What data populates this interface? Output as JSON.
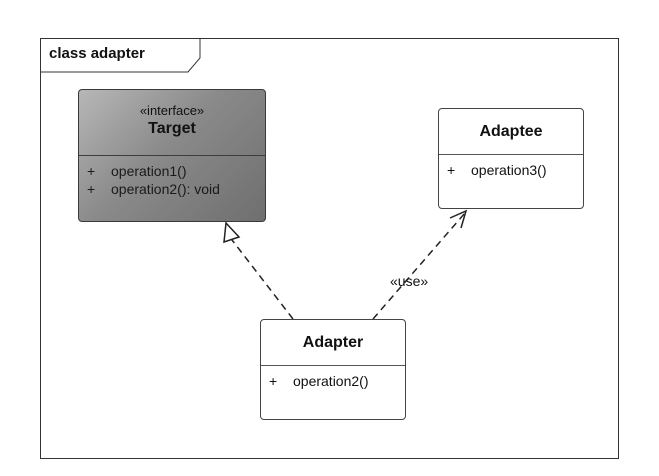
{
  "frame": {
    "title": "class adapter"
  },
  "classes": {
    "target": {
      "stereotype": "«interface»",
      "name": "Target",
      "operations": [
        {
          "visibility": "+",
          "signature": "operation1()"
        },
        {
          "visibility": "+",
          "signature": "operation2(): void"
        }
      ],
      "fill_color": "#8a8a8a"
    },
    "adaptee": {
      "name": "Adaptee",
      "operations": [
        {
          "visibility": "+",
          "signature": "operation3()"
        }
      ]
    },
    "adapter": {
      "name": "Adapter",
      "operations": [
        {
          "visibility": "+",
          "signature": "operation2()"
        }
      ]
    }
  },
  "relations": {
    "realization": {
      "from": "Adapter",
      "to": "Target",
      "style": "dashed",
      "arrow": "hollow-triangle"
    },
    "dependency": {
      "from": "Adapter",
      "to": "Adaptee",
      "style": "dashed",
      "arrow": "open",
      "label": "«use»"
    }
  }
}
